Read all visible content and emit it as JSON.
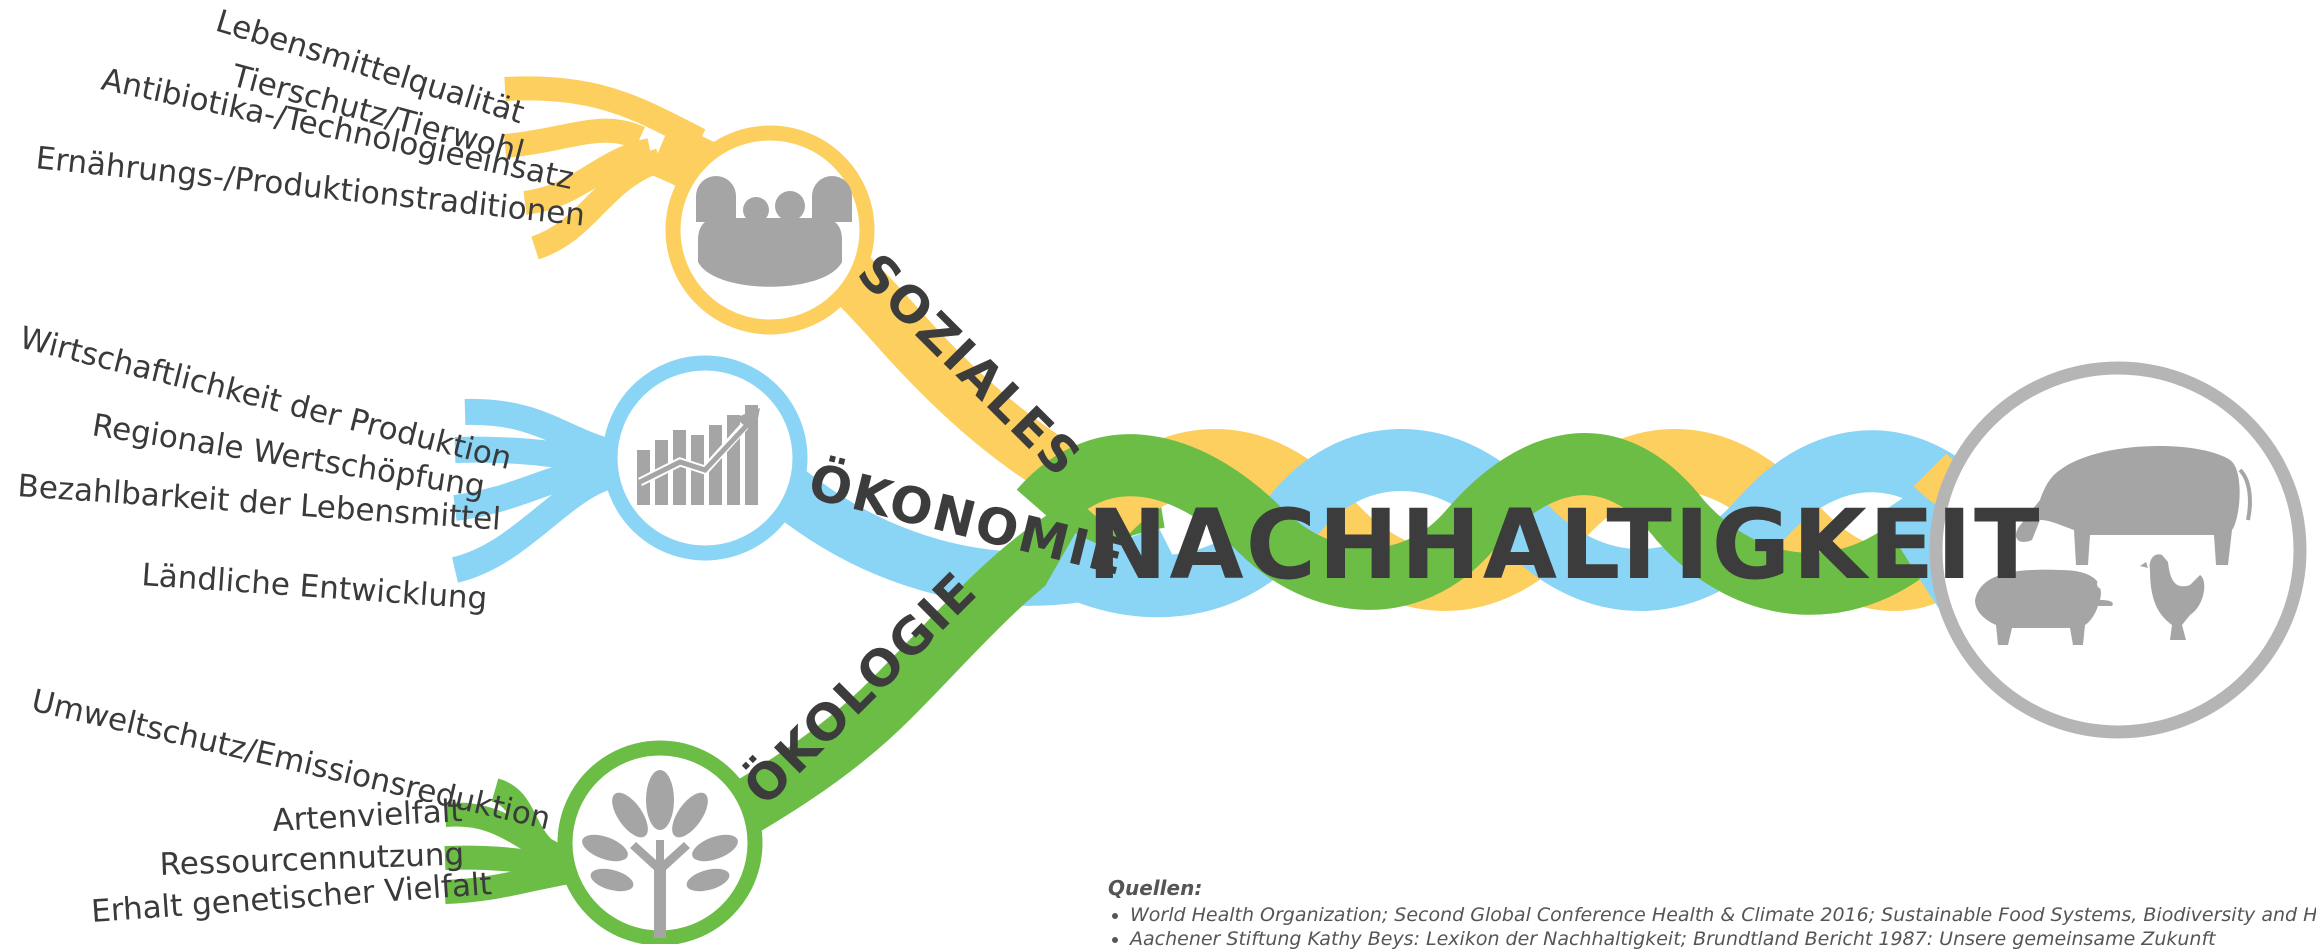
{
  "title": "NACHHALTIGKEIT",
  "colors": {
    "soziales": "#fccf5f",
    "oekonomie": "#8ad4f5",
    "oekologie": "#6bbd45",
    "icon_gray": "#a5a5a5",
    "text": "#3c3c3c"
  },
  "pillars": {
    "soziales": {
      "label": "SOZIALES",
      "icon": "family-icon",
      "items": [
        "Lebensmittelqualität",
        "Tierschutz/Tierwohl",
        "Antibiotika-/Technologieeinsatz",
        "Ernährungs-/Produktionstraditionen"
      ]
    },
    "oekonomie": {
      "label": "ÖKONOMIE",
      "icon": "growth-chart-icon",
      "items": [
        "Wirtschaftlichkeit der Produktion",
        "Regionale Wertschöpfung",
        "Bezahlbarkeit der Lebensmittel",
        "Ländliche Entwicklung"
      ]
    },
    "oekologie": {
      "label": "ÖKOLOGIE",
      "icon": "tree-icon",
      "items": [
        "Umweltschutz/Emissionsreduktion",
        "Artenvielfalt",
        "Ressourcennutzung",
        "Erhalt genetischer Vielfalt"
      ]
    }
  },
  "livestock_icon": "livestock-icon",
  "sources": {
    "heading": "Quellen:",
    "items": [
      "World Health Organization; Second Global Conference Health & Climate 2016; Sustainable Food Systems, Biodiversity and Health",
      "Aachener Stiftung Kathy Beys: Lexikon der Nachhaltigkeit; Brundtland Bericht 1987: Unsere gemeinsame Zukunft"
    ]
  }
}
